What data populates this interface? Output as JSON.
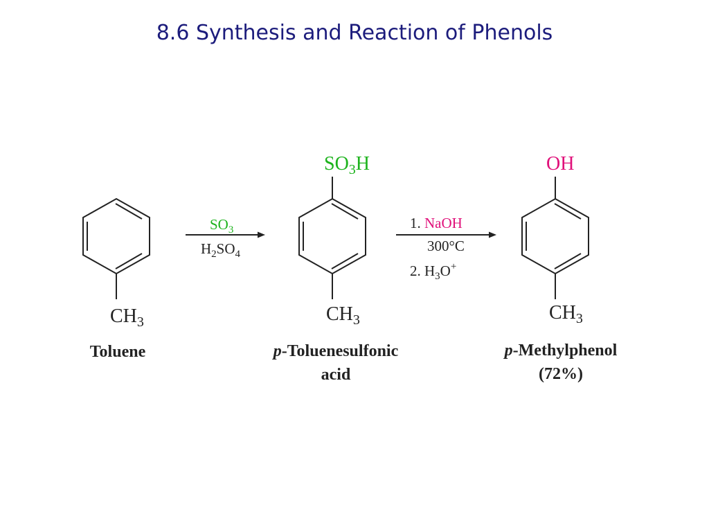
{
  "title": "8.6 Synthesis and Reaction of Phenols",
  "colors": {
    "title": "#1c1c7c",
    "ink": "#222222",
    "reagent_green": "#1db31d",
    "reagent_magenta": "#e0107a"
  },
  "molecules": [
    {
      "name": "Toluene",
      "italic_prefix": "",
      "name_line2": "",
      "substituent_top": "",
      "substituent_top_sub": "",
      "substituent_top_tail": "",
      "substituent_bottom": "CH",
      "substituent_bottom_sub": "3"
    },
    {
      "name": "-Toluenesulfonic",
      "italic_prefix": "p",
      "name_line2": "acid",
      "substituent_top": "SO",
      "substituent_top_sub": "3",
      "substituent_top_tail": "H",
      "substituent_bottom": "CH",
      "substituent_bottom_sub": "3"
    },
    {
      "name": "-Methylphenol",
      "italic_prefix": "p",
      "name_line2": "(72%)",
      "substituent_top": "OH",
      "substituent_top_sub": "",
      "substituent_top_tail": "",
      "substituent_bottom": "CH",
      "substituent_bottom_sub": "3"
    }
  ],
  "arrows": [
    {
      "above": "SO",
      "above_sub": "3",
      "below_a": "H",
      "below_sub1": "2",
      "below_b": "SO",
      "below_sub2": "4"
    },
    {
      "step1_num": "1. ",
      "step1_reagent": "NaOH",
      "step1_temp": "300°C",
      "step2_a": "2. H",
      "step2_sub": "3",
      "step2_b": "O",
      "step2_sup": "+"
    }
  ]
}
